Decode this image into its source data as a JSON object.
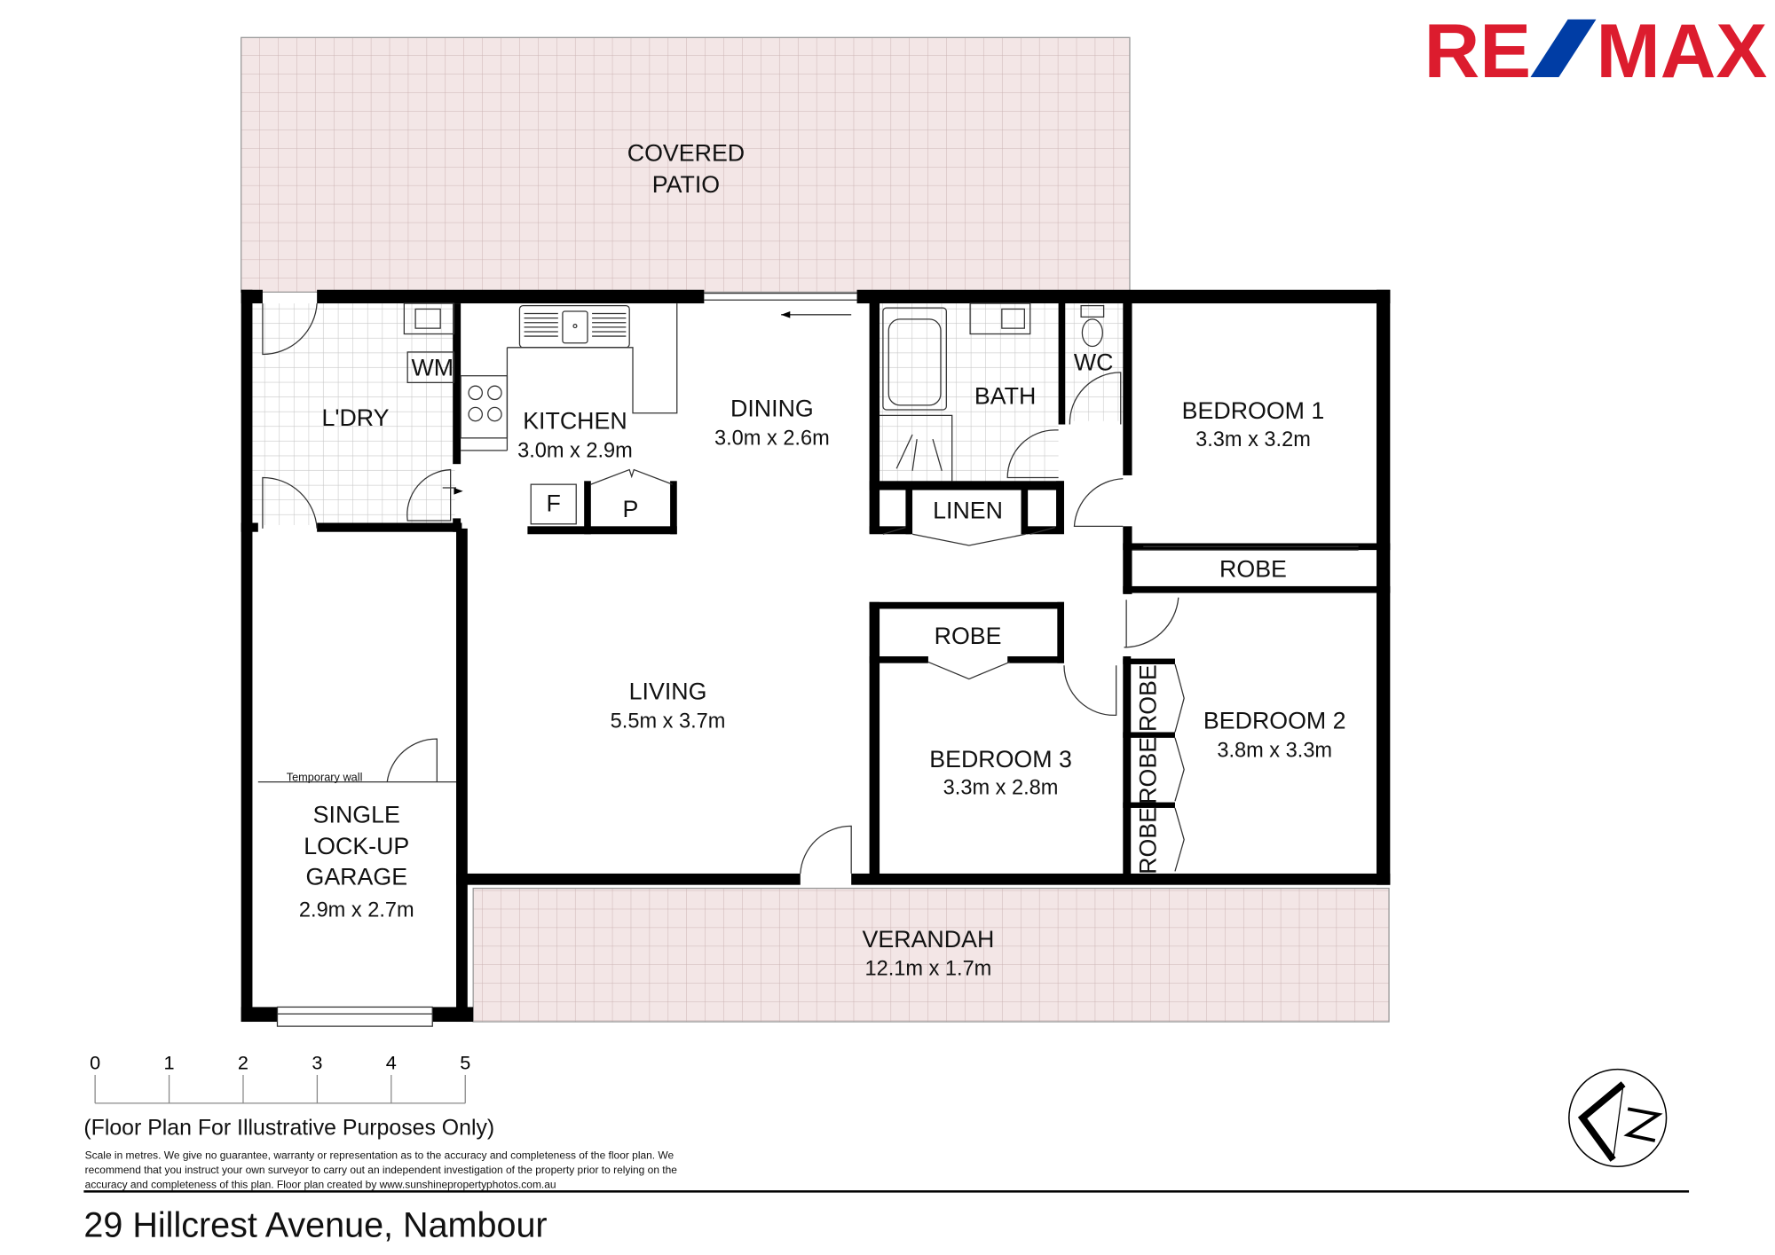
{
  "logo": {
    "text": "RE/MAX",
    "left": "RE",
    "slash": "/",
    "right": "MAX",
    "red": "#dc1c2e",
    "blue": "#003da5"
  },
  "rooms": {
    "covered_patio": {
      "line1": "COVERED",
      "line2": "PATIO"
    },
    "laundry": {
      "name": "L'DRY",
      "wm": "WM"
    },
    "kitchen": {
      "name": "KITCHEN",
      "dims": "3.0m x 2.9m",
      "fridge": "F",
      "pantry": "P"
    },
    "dining": {
      "name": "DINING",
      "dims": "3.0m x 2.6m"
    },
    "bath": {
      "name": "BATH"
    },
    "wc": {
      "name": "WC"
    },
    "linen": {
      "name": "LINEN"
    },
    "bedroom1": {
      "name": "BEDROOM 1",
      "dims": "3.3m x 3.2m",
      "robe": "ROBE"
    },
    "bedroom2": {
      "name": "BEDROOM 2",
      "dims": "3.8m x 3.3m",
      "robes": [
        "ROBE",
        "ROBE",
        "ROBE"
      ]
    },
    "bedroom3": {
      "name": "BEDROOM 3",
      "dims": "3.3m x 2.8m",
      "robe": "ROBE"
    },
    "living": {
      "name": "LIVING",
      "dims": "5.5m x 3.7m"
    },
    "garage": {
      "line1": "SINGLE",
      "line2": "LOCK-UP",
      "line3": "GARAGE",
      "dims": "2.9m x 2.7m",
      "note": "Temporary wall"
    },
    "verandah": {
      "name": "VERANDAH",
      "dims": "12.1m x 1.7m"
    }
  },
  "scale": {
    "ticks": [
      "0",
      "1",
      "2",
      "3",
      "4",
      "5"
    ],
    "unit": "metres"
  },
  "footer": {
    "illustrative": "(Floor Plan For Illustrative Purposes Only)",
    "disclaimer": [
      "Scale in metres. We give no guarantee, warranty or representation as to the accuracy and completeness of the floor plan. We",
      "recommend that you instruct your own surveyor to carry out an independent investigation of the property prior to relying on the",
      "accuracy and completeness of this plan. Floor plan created by www.sunshinepropertyphotos.com.au"
    ],
    "address": "29 Hillcrest Avenue, Nambour"
  },
  "compass": {
    "label": "N"
  },
  "colors": {
    "outdoor_fill": "#f3e6e6",
    "outdoor_grid": "#cdb5b5",
    "tile_grid": "#c8c8c8"
  }
}
